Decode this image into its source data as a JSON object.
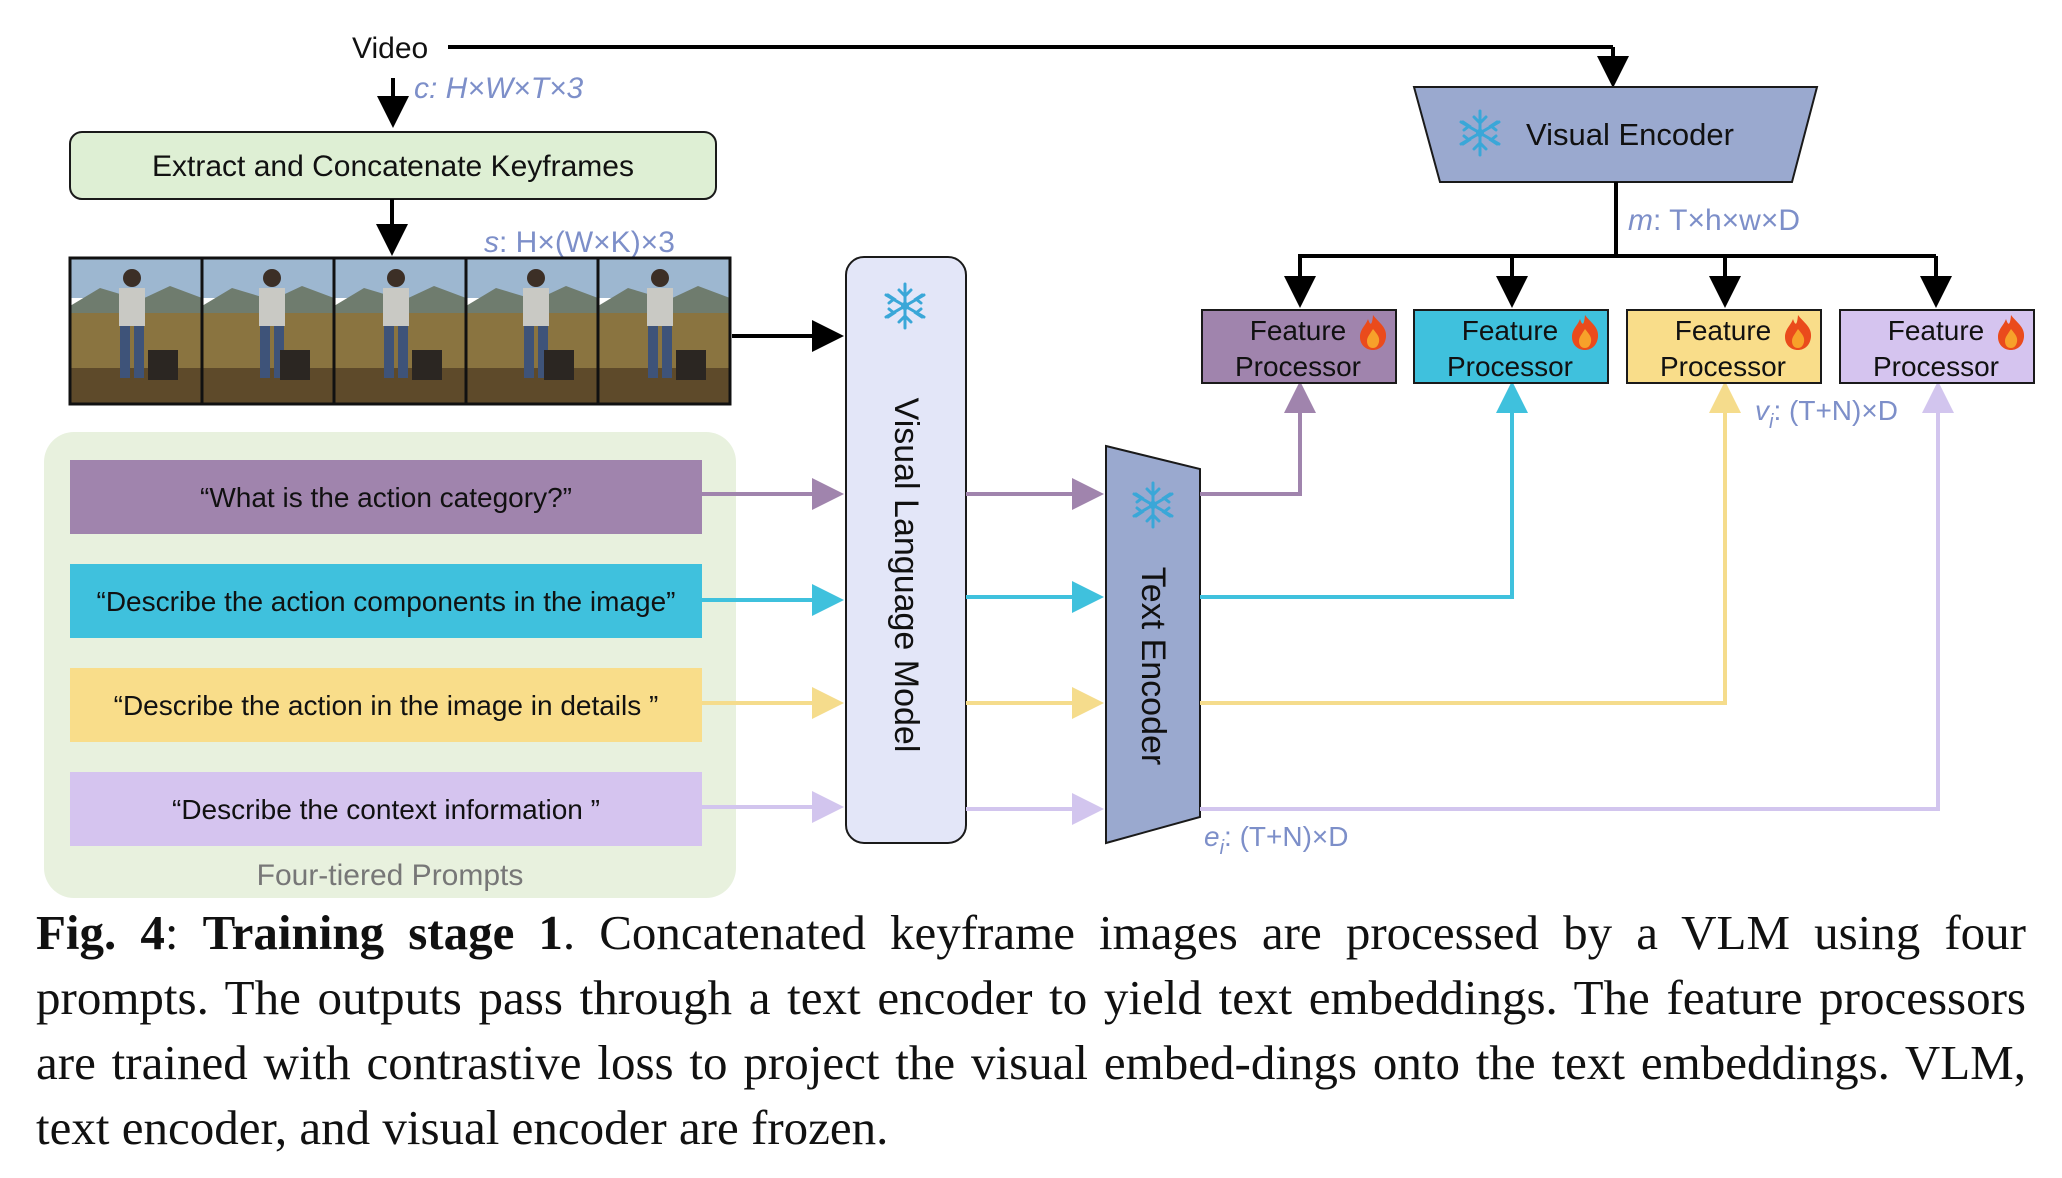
{
  "figure": {
    "input_label": "Video",
    "dims": {
      "c_var": "c",
      "c_shape": ": H×W×T×3",
      "s_var": "s",
      "s_shape": ": H×(W×K)×3",
      "m_var": "m",
      "m_shape": ": T×h×w×D",
      "v_var": "v",
      "v_sub": "i",
      "v_shape": ": (T+N)×D",
      "e_var": "e",
      "e_sub": "i",
      "e_shape": ": (T+N)×D"
    },
    "extract_box": "Extract and Concatenate Keyframes",
    "keyframe_count": 5,
    "prompts_group_label": "Four-tiered Prompts",
    "prompts": [
      {
        "text": "“What is the action category?”",
        "color": "#a084ad",
        "arrow": "#a084ad"
      },
      {
        "text": "“Describe the action components in the image”",
        "color": "#3fc1dd",
        "arrow": "#3fc1dd"
      },
      {
        "text": "“Describe the action in the image in details ”",
        "color": "#f9dd8a",
        "arrow": "#f5dc8c"
      },
      {
        "text": "“Describe the context information ”",
        "color": "#d5c4ef",
        "arrow": "#d2c5ee"
      }
    ],
    "vlm": "Visual Language Model",
    "text_encoder": "Text Encoder",
    "visual_encoder": "Visual Encoder",
    "feature_processors": [
      {
        "line1": "Feature",
        "line2": "Processor",
        "color": "#a084ad"
      },
      {
        "line1": "Feature",
        "line2": "Processor",
        "color": "#3fc1dd"
      },
      {
        "line1": "Feature",
        "line2": "Processor",
        "color": "#f9dd8a"
      },
      {
        "line1": "Feature",
        "line2": "Processor",
        "color": "#d5c4ef"
      }
    ],
    "frozen_icon": "snowflake-icon",
    "trainable_icon": "fire-icon"
  },
  "caption": {
    "label": "Fig. 4",
    "sep": ": ",
    "title": "Training stage 1",
    "body": ". Concatenated keyframe images are processed by a VLM using four prompts. The outputs pass through a text encoder to yield text embeddings. The feature processors are trained with contrastive loss to project the visual embed-dings onto the text embeddings. VLM, text encoder, and visual encoder are frozen."
  }
}
